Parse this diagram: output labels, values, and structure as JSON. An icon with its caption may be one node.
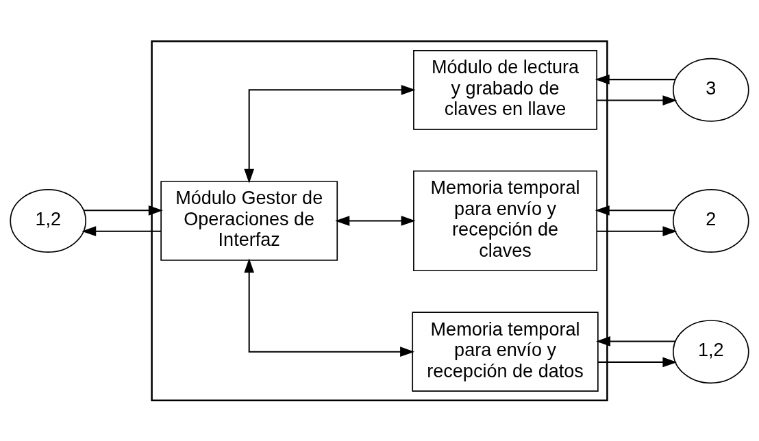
{
  "diagram": {
    "nodes": [
      {
        "text": [],
        "shape": "box"
      },
      {
        "text": [
          "1,2"
        ]
      },
      {
        "text": [
          "Módulo Gestor de Operaciones de Interfaz"
        ],
        "in": 0
      },
      {
        "text": [
          "Módulo de lectura y grabado de claves en llave"
        ],
        "in": 0
      },
      {
        "text": [
          "Memoria temporal para envío y recepción de claves"
        ],
        "in": 0
      },
      {
        "text": [
          "Memoria temporal para envío y recepción de datos"
        ],
        "in": 0
      },
      {
        "text": [
          "3"
        ]
      },
      {
        "text": [
          "2"
        ]
      },
      {
        "text": [
          "1,2"
        ]
      }
    ],
    "edges": [
      {
        "from": 2,
        "to": 1,
        "arrow": "to"
      },
      {
        "from": 1,
        "to": 2,
        "arrow": "to"
      },
      {
        "from": 2,
        "to": 3,
        "arrow": "both"
      },
      {
        "from": 2,
        "to": 4,
        "arrow": "both"
      },
      {
        "from": 2,
        "to": 5,
        "arrow": "both"
      },
      {
        "from": 3,
        "to": 6,
        "arrow": "to"
      },
      {
        "from": 6,
        "to": 3,
        "arrow": "to"
      },
      {
        "from": 4,
        "to": 7,
        "arrow": "to"
      },
      {
        "from": 7,
        "to": 4,
        "arrow": "to"
      },
      {
        "from": 5,
        "to": 8,
        "arrow": "to"
      },
      {
        "from": 8,
        "to": 5,
        "arrow": "to"
      }
    ]
  }
}
